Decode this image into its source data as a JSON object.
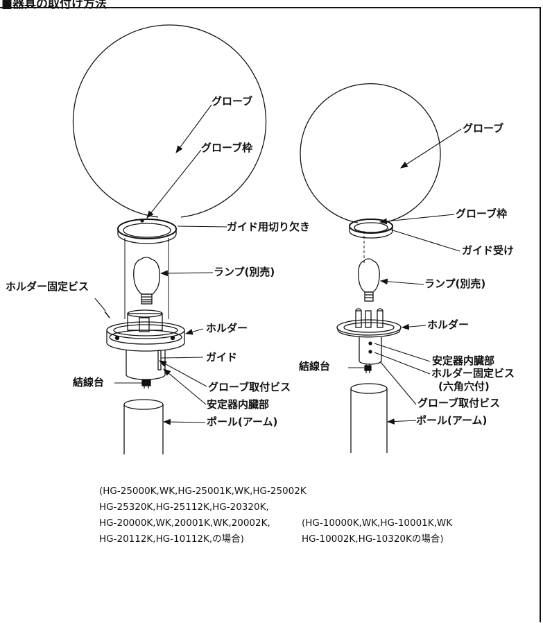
{
  "header": {
    "title": "■器具の取付け方法"
  },
  "left_fixture": {
    "labels": {
      "globe": "グローブ",
      "globe_frame": "グローブ枠",
      "guide_notch": "ガイド用切り欠き",
      "lamp": "ランプ(別売)",
      "holder_screw": "ホルダー固定ビス",
      "holder": "ホルダー",
      "guide": "ガイド",
      "terminal_block": "結線台",
      "globe_screw": "グローブ取付ビス",
      "ballast": "安定器内臓部",
      "pole": "ポール(アーム)"
    },
    "models": [
      "(HG-25000K,WK,HG-25001K,WK,HG-25002K",
      " HG-25320K,HG-25112K,HG-20320K,",
      " HG-20000K,WK,20001K,WK,20002K,",
      " HG-20112K,HG-10112K,の場合)"
    ]
  },
  "right_fixture": {
    "labels": {
      "globe": "グローブ",
      "globe_frame": "グローブ枠",
      "guide_receiver": "ガイド受け",
      "lamp": "ランプ(別売)",
      "holder": "ホルダー",
      "terminal_block": "結線台",
      "ballast": "安定器内臓部",
      "holder_screw": "ホルダー固定ビス",
      "hex_note": "(六角穴付)",
      "globe_screw": "グローブ取付ビス",
      "pole": "ポール(アーム)"
    },
    "models": [
      "(HG-10000K,WK,HG-10001K,WK",
      " HG-10002K,HG-10320Kの場合)"
    ]
  }
}
